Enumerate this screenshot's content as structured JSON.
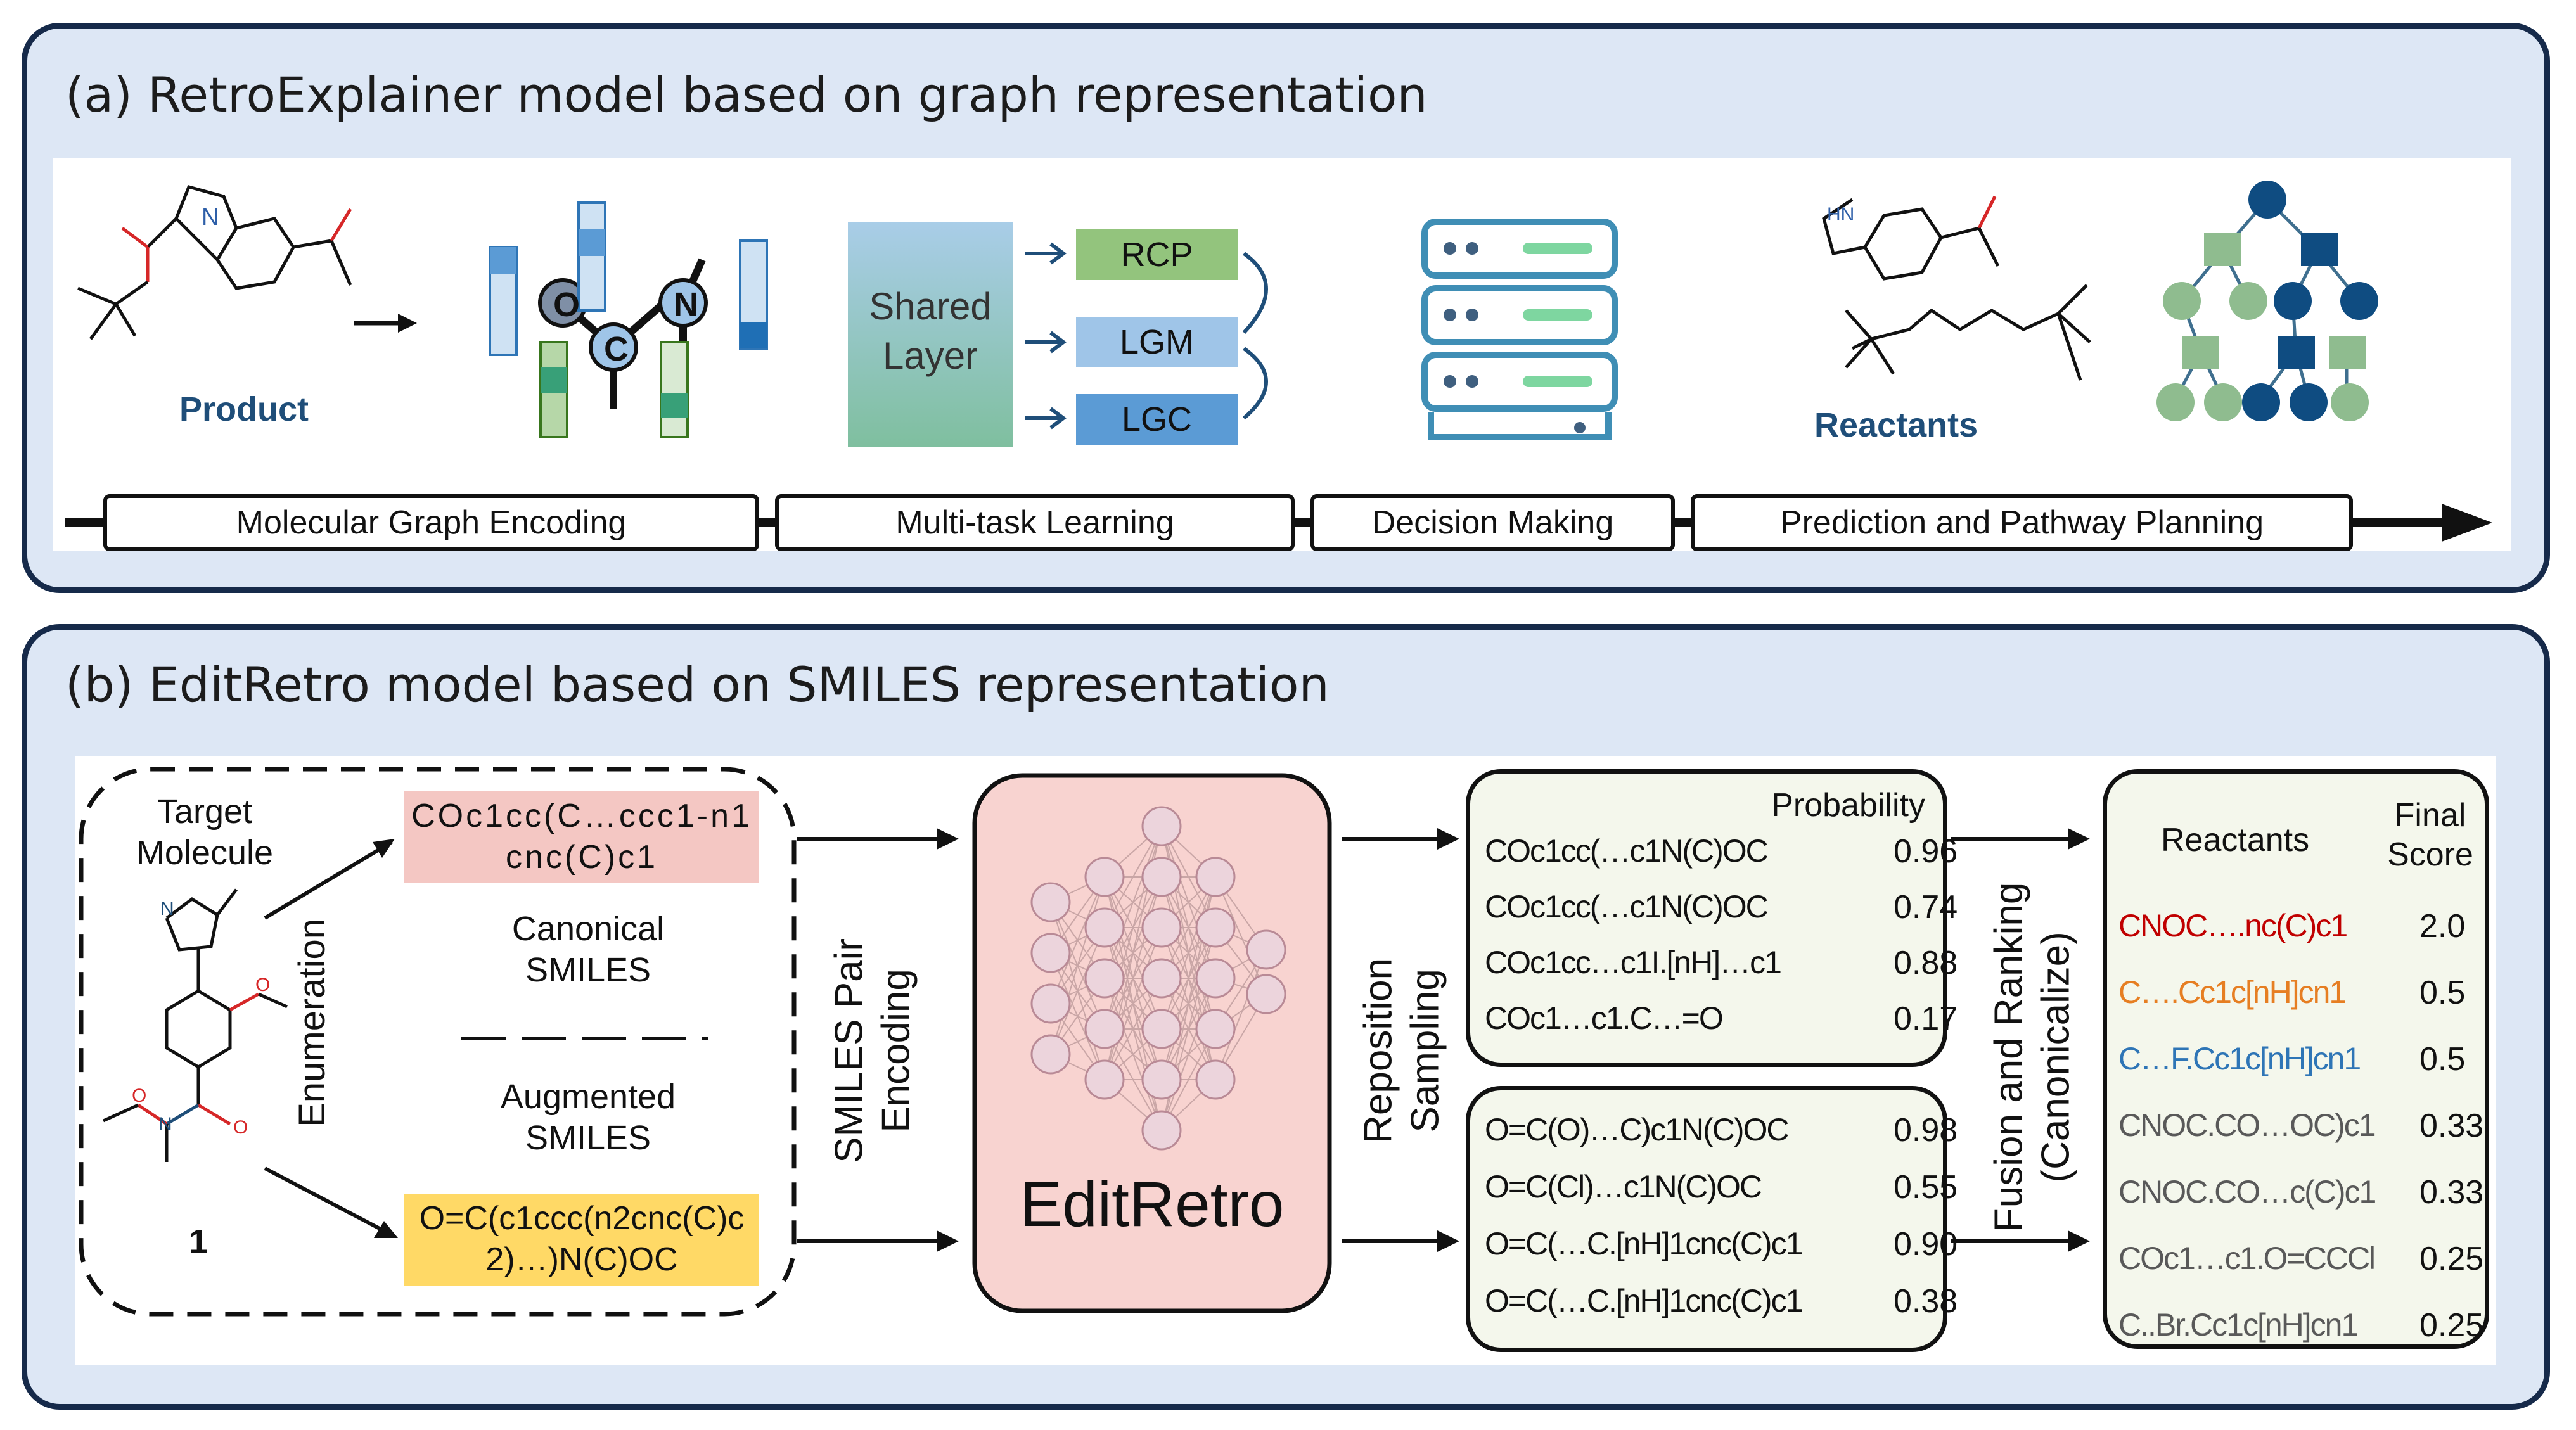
{
  "panel_a": {
    "title": "(a) RetroExplainer model based on graph representation",
    "product_label": "Product",
    "reactants_label": "Reactants",
    "atoms": {
      "o": "O",
      "c": "C",
      "n": "N"
    },
    "shared_layer": "Shared Layer",
    "tasks": [
      "RCP",
      "LGM",
      "LGC"
    ],
    "stages": [
      "Molecular Graph Encoding",
      "Multi-task Learning",
      "Decision Making",
      "Prediction and Pathway Planning"
    ],
    "colors": {
      "navy": "#0f4c81",
      "green": "#8fbc8f",
      "rcp": "#93c47d",
      "lgm": "#9fc5e8",
      "lgc": "#5b9bd5",
      "teal": "#5f9ea0"
    }
  },
  "panel_b": {
    "title": "(b) EditRetro model based on SMILES representation",
    "target_label": "Target Molecule",
    "compound_number": "1",
    "enumeration": "Enumeration",
    "canonical_smiles_text": "COc1cc(C…ccc1-n1cnc(C)c1",
    "canonical_label": "Canonical SMILES",
    "augmented_label": "Augmented SMILES",
    "augmented_smiles_text": "O=C(c1ccc(n2cnc(C)c2)…)N(C)OC",
    "pair_encoding": "SMILES Pair Encoding",
    "model_name": "EditRetro",
    "reposition": "Reposition Sampling",
    "probability_header": "Probability",
    "canonical_outputs": [
      {
        "smiles": "COc1cc(…c1N(C)OC",
        "prob": "0.96"
      },
      {
        "smiles": "COc1cc(…c1N(C)OC",
        "prob": "0.74"
      },
      {
        "smiles": "COc1cc…c1I.[nH]…c1",
        "prob": "0.88"
      },
      {
        "smiles": "COc1…c1.C…=O",
        "prob": "0.17"
      }
    ],
    "augmented_outputs": [
      {
        "smiles": "O=C(O)…C)c1N(C)OC",
        "prob": "0.98"
      },
      {
        "smiles": "O=C(Cl)…c1N(C)OC",
        "prob": "0.55"
      },
      {
        "smiles": "O=C(…C.[nH]1cnc(C)c1",
        "prob": "0.90"
      },
      {
        "smiles": "O=C(…C.[nH]1cnc(C)c1",
        "prob": "0.38"
      }
    ],
    "fusion": "Fusion and Ranking (Canonicalize)",
    "reactants_header": "Reactants",
    "final_score_header": "Final Score",
    "ranked": [
      {
        "smiles": "CNOC….nc(C)c1",
        "score": "2.0",
        "color": "#c00000"
      },
      {
        "smiles": "C….Cc1c[nH]cn1",
        "score": "0.5",
        "color": "#e67e22"
      },
      {
        "smiles": "C…F.Cc1c[nH]cn1",
        "score": "0.5",
        "color": "#2e75b6"
      },
      {
        "smiles": "CNOC.CO…OC)c1",
        "score": "0.33",
        "color": "#595959"
      },
      {
        "smiles": "CNOC.CO…c(C)c1",
        "score": "0.33",
        "color": "#595959"
      },
      {
        "smiles": "COc1…c1.O=CCCl",
        "score": "0.25",
        "color": "#595959"
      },
      {
        "smiles": "C..Br.Cc1c[nH]cn1",
        "score": "0.25",
        "color": "#595959"
      }
    ]
  }
}
